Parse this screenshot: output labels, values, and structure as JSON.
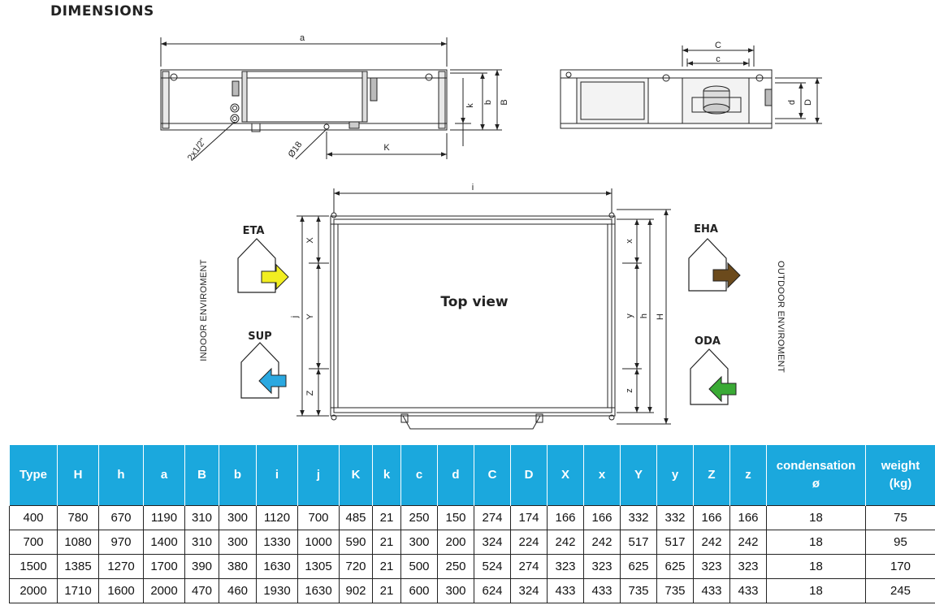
{
  "heading": "DIMENSIONS",
  "drawing": {
    "side_view_labels": {
      "a": "a",
      "b": "b",
      "B": "B",
      "k": "k",
      "K": "K",
      "connection": "2x1/2\"",
      "drain": "Ø18"
    },
    "front_view_labels": {
      "C": "C",
      "c": "c",
      "d": "d",
      "D": "D"
    },
    "top_view": {
      "title": "Top view",
      "labels": {
        "i": "i",
        "j": "j",
        "X": "X",
        "Y": "Y",
        "Z": "Z",
        "x": "x",
        "y": "y",
        "z": "z",
        "h": "h",
        "H": "H"
      },
      "indoor_label": "INDOOR ENVIROMENT",
      "outdoor_label": "OUTDOOR ENVIROMENT",
      "ports": [
        {
          "name": "ETA",
          "arrow_color": "#f2ee21"
        },
        {
          "name": "SUP",
          "arrow_color": "#2aa8e0"
        },
        {
          "name": "EHA",
          "arrow_color": "#6b4a1c"
        },
        {
          "name": "ODA",
          "arrow_color": "#3aaa35"
        }
      ]
    }
  },
  "table": {
    "header_color": "#1ba8dd",
    "headers": [
      "Type",
      "H",
      "h",
      "a",
      "B",
      "b",
      "i",
      "j",
      "K",
      "k",
      "c",
      "d",
      "C",
      "D",
      "X",
      "x",
      "Y",
      "y",
      "Z",
      "z",
      "condensation ø",
      "weight (kg)"
    ],
    "rows": [
      [
        "400",
        "780",
        "670",
        "1190",
        "310",
        "300",
        "1120",
        "700",
        "485",
        "21",
        "250",
        "150",
        "274",
        "174",
        "166",
        "166",
        "332",
        "332",
        "166",
        "166",
        "18",
        "75"
      ],
      [
        "700",
        "1080",
        "970",
        "1400",
        "310",
        "300",
        "1330",
        "1000",
        "590",
        "21",
        "300",
        "200",
        "324",
        "224",
        "242",
        "242",
        "517",
        "517",
        "242",
        "242",
        "18",
        "95"
      ],
      [
        "1500",
        "1385",
        "1270",
        "1700",
        "390",
        "380",
        "1630",
        "1305",
        "720",
        "21",
        "500",
        "250",
        "524",
        "274",
        "323",
        "323",
        "625",
        "625",
        "323",
        "323",
        "18",
        "170"
      ],
      [
        "2000",
        "1710",
        "1600",
        "2000",
        "470",
        "460",
        "1930",
        "1630",
        "902",
        "21",
        "600",
        "300",
        "624",
        "324",
        "433",
        "433",
        "735",
        "735",
        "433",
        "433",
        "18",
        "245"
      ]
    ]
  }
}
